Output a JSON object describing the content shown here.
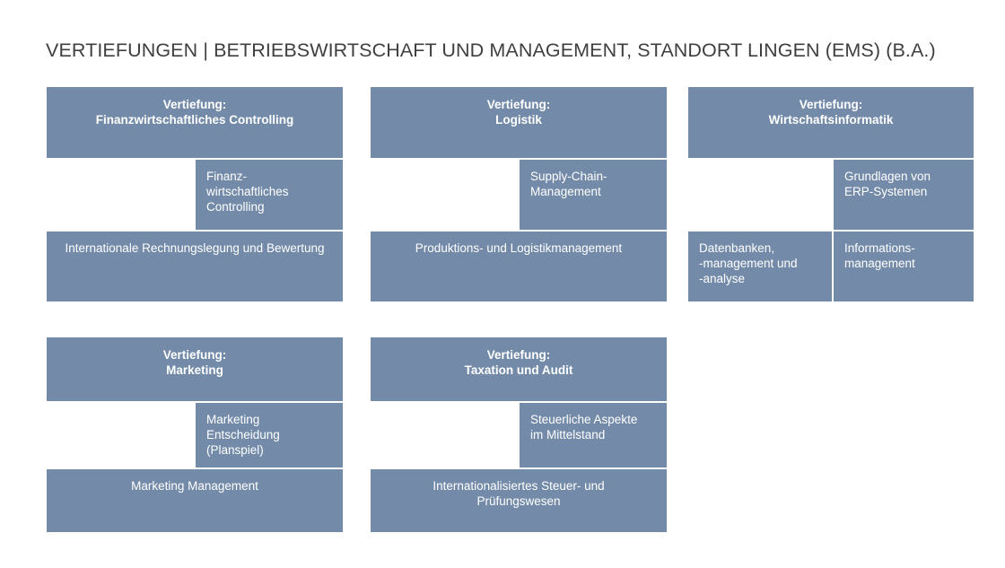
{
  "title": "VERTIEFUNGEN | BETRIEBSWIRTSCHAFT UND MANAGEMENT, STANDORT LINGEN (EMS) (B.A.)",
  "colors": {
    "box_fill": "#738ba8",
    "box_text": "#ffffff",
    "title_text": "#3f3f3f"
  },
  "vertiefungen": [
    {
      "head_line1": "Vertiefung:",
      "head_line2": "Finanzwirtschaftliches Controlling",
      "modules": [
        "Finanz-\nwirtschaftliches\nControlling",
        "Internationale Rechnungslegung und Bewertung"
      ]
    },
    {
      "head_line1": "Vertiefung:",
      "head_line2": "Logistik",
      "modules": [
        "Supply-Chain-\nManagement",
        "Produktions- und Logistikmanagement"
      ]
    },
    {
      "head_line1": "Vertiefung:",
      "head_line2": "Wirtschaftsinformatik",
      "modules": [
        "Grundlagen von\nERP-Systemen",
        "Datenbanken,\n-management und\n-analyse",
        "Informations-\nmanagement"
      ]
    },
    {
      "head_line1": "Vertiefung:",
      "head_line2": "Marketing",
      "modules": [
        "Marketing\nEntscheidung\n(Planspiel)",
        "Marketing Management"
      ]
    },
    {
      "head_line1": "Vertiefung:",
      "head_line2": "Taxation und Audit",
      "modules": [
        "Steuerliche Aspekte\nim Mittelstand",
        "Internationalisiertes Steuer- und\nPrüfungswesen"
      ]
    }
  ]
}
